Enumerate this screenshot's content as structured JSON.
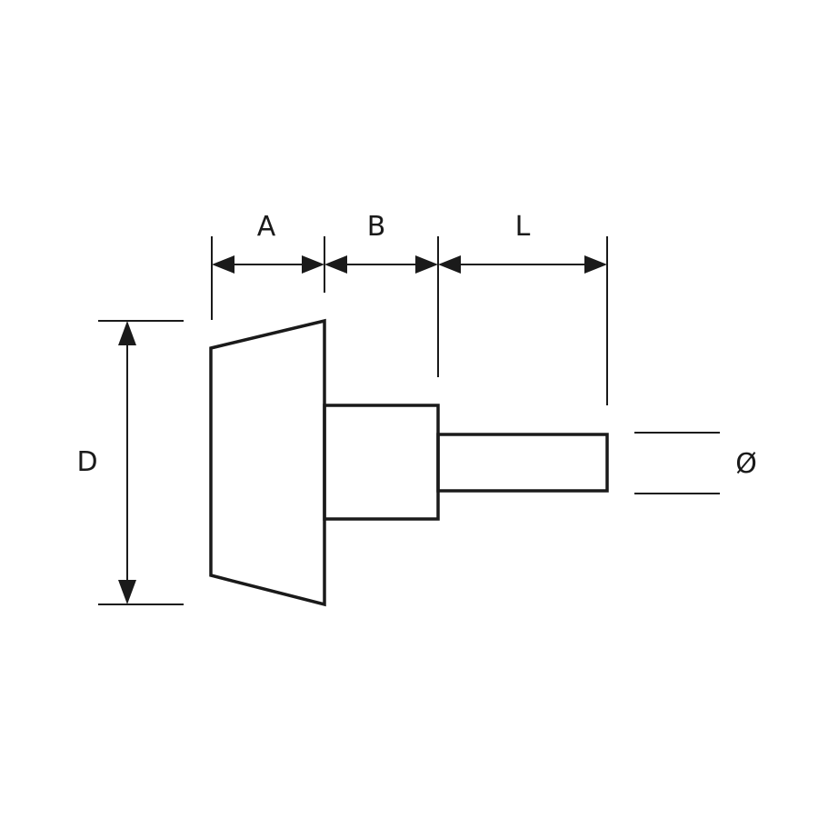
{
  "diagram": {
    "labels": {
      "a": "A",
      "b": "B",
      "l": "L",
      "d": "D",
      "diameter": "Ø"
    },
    "line_color": "#1a1a1a",
    "background": "#ffffff"
  }
}
